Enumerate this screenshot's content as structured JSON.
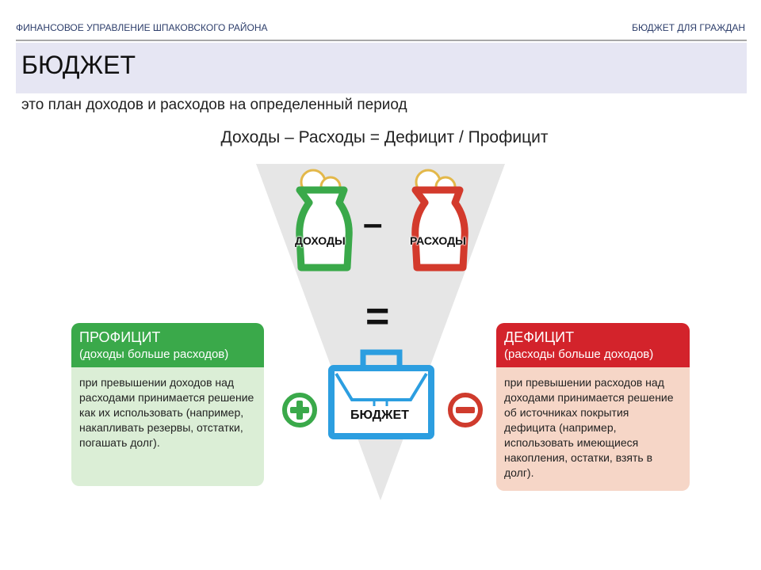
{
  "header": {
    "left": "ФИНАНСОВОЕ УПРАВЛЕНИЕ ШПАКОВСКОГО РАЙОНА",
    "right": "БЮДЖЕТ ДЛЯ ГРАЖДАН"
  },
  "title": "БЮДЖЕТ",
  "subtitle": "это план доходов и расходов на определенный период",
  "formula": "Доходы – Расходы = Дефицит / Профицит",
  "diagram": {
    "income_label": "ДОХОДЫ",
    "expense_label": "РАСХОДЫ",
    "budget_label": "БЮДЖЕТ",
    "minus": "–",
    "equals": "="
  },
  "surplus": {
    "title": "ПРОФИЦИТ",
    "subtitle": "(доходы больше расходов)",
    "text": "при превышении доходов над расходами принимается решение как их использовать (например, накапливать резервы, отстатки, погашать долг).",
    "color": "#3aa94a"
  },
  "deficit": {
    "title": "ДЕФИЦИТ",
    "subtitle": "(расходы больше доходов)",
    "text": "при превышении расходов над доходами принимается решение об источниках покрытия дефицита (например, использовать имеющиеся накопления, остатки, взять в долг).",
    "color": "#d3232b"
  }
}
